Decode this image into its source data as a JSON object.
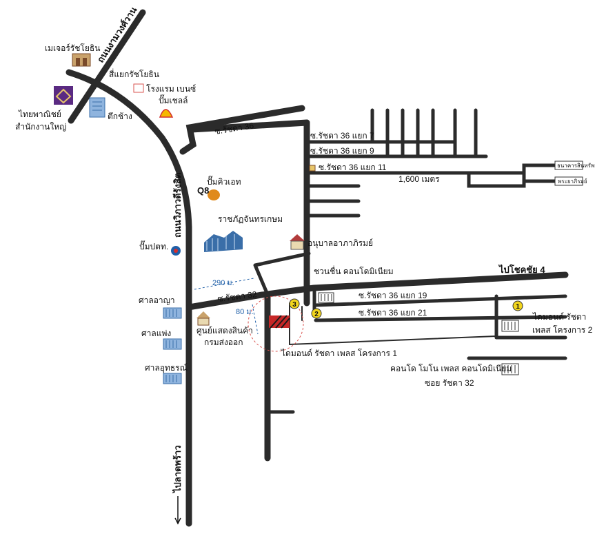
{
  "roads": {
    "ngam_wong_wan": "ถนนงามวงศ์วาน",
    "vibhavadi": "ถนนวิภาวดีรังสิต",
    "soi_ratchada_36": "ซ.รัชดา 36",
    "soi_36_7": "ซ.รัชดา 36 แยก 7",
    "soi_36_9": "ซ.รัชดา 36 แยก 9",
    "soi_36_11": "ซ.รัชดา 36 แยก 11",
    "soi_ratchada_32": "ซ.รัชดา 32",
    "soi_36_19": "ซ.รัชดา 36 แยก 19",
    "soi_36_21": "ซ.รัชดา 36 แยก 21",
    "to_chokchai_4": "ไปโชคชัย 4",
    "to_lat_phrao": "ไปลาดพร้าว"
  },
  "places": {
    "major_ratchayothin": "เมเจอร์รัชโยธิน",
    "ratchayothin_intersection": "สี่แยกรัชโยธิน",
    "ramen_bench": "โรงแรม เบนซ์",
    "shell": "ปั๊มเชลล์",
    "scb_line1": "ไทยพาณิชย์",
    "scb_line2": "สำนักงานใหญ่",
    "elephant_building": "ตึกช้าง",
    "q8_logo": "Q8",
    "q8_station": "ปั๊มคิวเอท",
    "rajabhat": "ราชภัฏจันทรเกษม",
    "kindergarten": "อนุบาลอาภาภิรมย์",
    "ptt": "ปั๊มปตท.",
    "chuan_chuen": "ชวนชื่น คอนโดมิเนียม",
    "civil_court": "ศาลอาญา",
    "civil_court2": "ศาลแพ่ง",
    "appeal_court": "ศาลอุทธรณ์",
    "export_center_line1": "ศูนย์แสดงสินค้า",
    "export_center_line2": "กรมส่งออก",
    "diamond_1": "ไดมอนด์ รัชดา เพลส โครงการ 1",
    "diamond_2_line1": "ไดมอนด์ รัชดา",
    "diamond_2_line2": "เพลส โครงการ 2",
    "nono_line1": "คอนโด โมโน เพลส คอนโดมิเนียม",
    "nono_line2": "ซอย รัชดา 32",
    "sign_top": "ธนาคารสินทรัพย์",
    "sign_bottom": "พระยาภิรมย์"
  },
  "distances": {
    "d1600": "1,600 เมตร",
    "d290": "290 ม.",
    "d80": "80 ม."
  },
  "markers": [
    "1",
    "2",
    "3"
  ],
  "colors": {
    "road": "#2b2b2b",
    "marker_fill": "#f2d51c",
    "project_red": "#c62828",
    "dimension_blue": "#1f5fa8",
    "building_blue": "#3a6ea8",
    "scb_purple": "#5a2a82",
    "shell_yellow": "#f5b800",
    "q8_orange": "#e08a1c"
  }
}
